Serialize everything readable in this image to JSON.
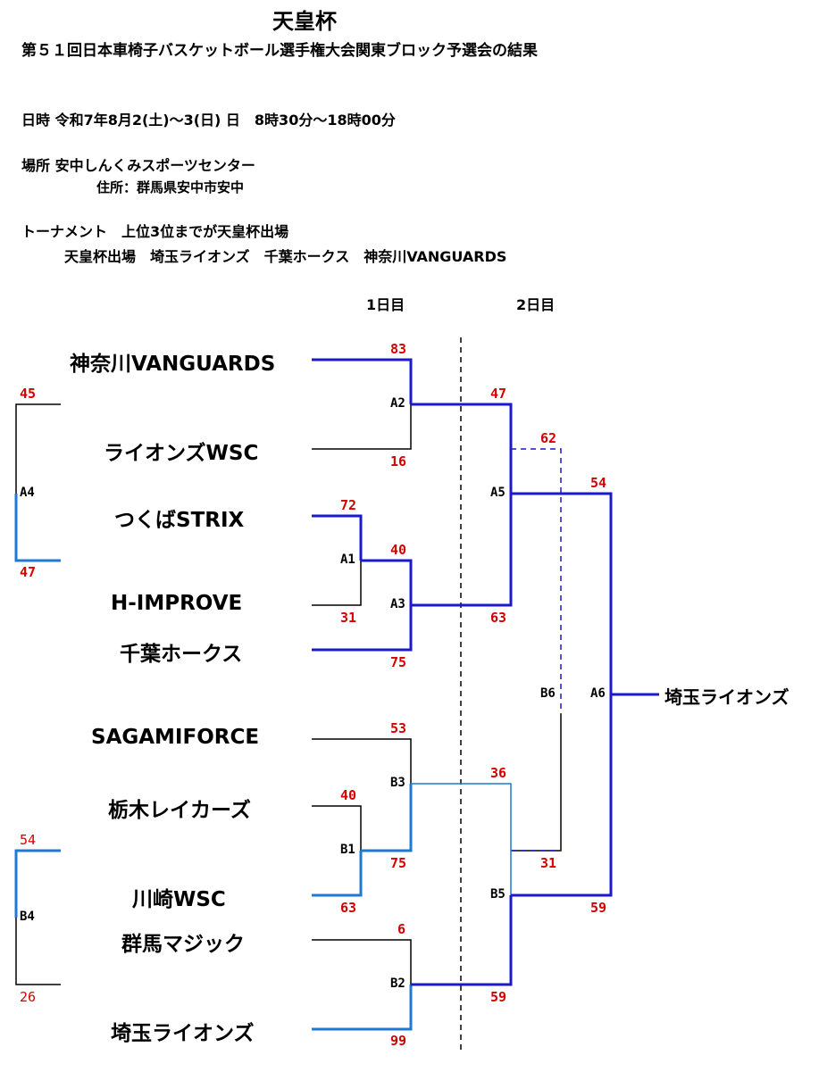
{
  "header": {
    "title": "天皇杯",
    "subtitle": "第５１回日本車椅子バスケットボール選手権大会関東ブロック予選会の結果"
  },
  "info": {
    "date_line": "日時 令和7年8月2(土)～3(日) 日　8時30分～18時00分",
    "place_line": "場所 安中しんくみスポーツセンター",
    "address_line": "住所：群馬県安中市安中",
    "tournament_line": "トーナメント　上位3位までが天皇杯出場",
    "qualified_line": "天皇杯出場　埼玉ライオンズ　千葉ホークス　神奈川VANGUARDS"
  },
  "days": {
    "day1": "1日目",
    "day2": "2日目"
  },
  "teams": {
    "kanagawa": "神奈川VANGUARDS",
    "lions_wsc": "ライオンズWSC",
    "tsukuba": "つくばSTRIX",
    "himprove": "H-IMPROVE",
    "chiba": "千葉ホークス",
    "sagami": "SAGAMIFORCE",
    "tochigi": "栃木レイカーズ",
    "kawasaki": "川崎WSC",
    "gunma": "群馬マジック",
    "saitama": "埼玉ライオンズ"
  },
  "winner": "埼玉ライオンズ",
  "games": {
    "A1": {
      "code": "A1",
      "top": "72",
      "bottom": "31"
    },
    "A2": {
      "code": "A2",
      "top": "83",
      "bottom": "16"
    },
    "A3": {
      "code": "A3",
      "top": "40",
      "bottom": "75"
    },
    "A4": {
      "code": "A4",
      "top": "45",
      "bottom": "47"
    },
    "A5": {
      "code": "A5",
      "top": "47",
      "bottom": "63"
    },
    "A6": {
      "code": "A6",
      "top": "54",
      "bottom": "59"
    },
    "B1": {
      "code": "B1",
      "top": "40",
      "bottom": "63"
    },
    "B2": {
      "code": "B2",
      "top": "6",
      "bottom": "99"
    },
    "B3": {
      "code": "B3",
      "top": "53",
      "bottom": "75"
    },
    "B4": {
      "code": "B4",
      "top": "54",
      "bottom": "26"
    },
    "B5": {
      "code": "B5",
      "top": "36",
      "bottom": "59"
    },
    "B6": {
      "code": "B6",
      "top": "62",
      "bottom": "31"
    }
  },
  "colors": {
    "winner_path": "#1a1acc",
    "light_path": "#1f78d1",
    "loser_path": "#000000",
    "score": "#d40000"
  }
}
